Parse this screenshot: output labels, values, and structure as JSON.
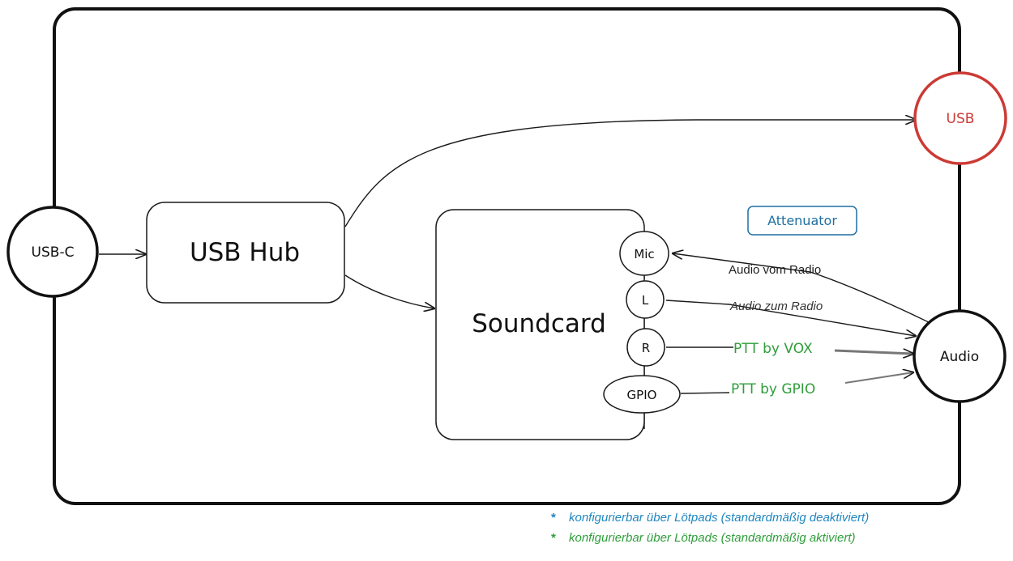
{
  "nodes": {
    "usbc": "USB-C",
    "hub": "USB Hub",
    "soundcard": "Soundcard",
    "mic": "Mic",
    "l": "L",
    "r": "R",
    "gpio": "GPIO",
    "usb": "USB",
    "audio": "Audio",
    "attenuator": "Attenuator"
  },
  "edge_labels": {
    "audio_vom_radio": "Audio vom Radio",
    "audio_zum_radio": "Audio zum Radio",
    "ptt_vox": "PTT by VOX",
    "ptt_gpio": "PTT by GPIO"
  },
  "legend": {
    "blue_marker": "*",
    "blue_text": "konfigurierbar über Lötpads (standardmäßig deaktiviert)",
    "green_marker": "*",
    "green_text": "konfigurierbar über Lötpads (standardmäßig aktiviert)"
  },
  "colors": {
    "stroke": "#1a1a1a",
    "usb_port": "#cc3a35",
    "attenuator": "#1f6fa3",
    "ptt_green": "#2e9e3a",
    "legend_blue": "#1f86c0"
  }
}
